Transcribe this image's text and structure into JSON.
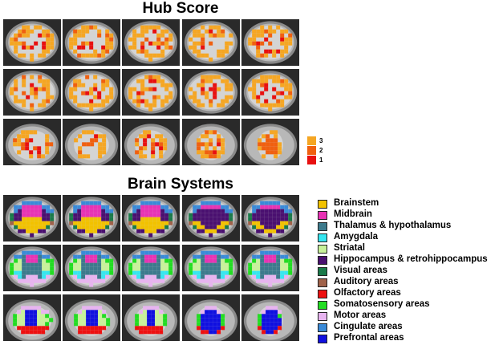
{
  "hub_panel": {
    "title": "Hub Score",
    "legend": [
      {
        "label": "3",
        "color": "#f5a623"
      },
      {
        "label": "2",
        "color": "#f06010"
      },
      {
        "label": "1",
        "color": "#e81010"
      }
    ]
  },
  "systems_panel": {
    "title": "Brain Systems",
    "legend": [
      {
        "label": "Brainstem",
        "color": "#f2c200"
      },
      {
        "label": "Midbrain",
        "color": "#e832b4"
      },
      {
        "label": "Thalamus & hypothalamus",
        "color": "#3d7a8c"
      },
      {
        "label": "Amygdala",
        "color": "#36e6f0"
      },
      {
        "label": "Striatal",
        "color": "#c8f29a"
      },
      {
        "label": "Hippocampus & retrohippocampus",
        "color": "#4a1070"
      },
      {
        "label": "Visual areas",
        "color": "#1a7a4a"
      },
      {
        "label": "Auditory areas",
        "color": "#a0624a"
      },
      {
        "label": "Olfactory areas",
        "color": "#ee1010"
      },
      {
        "label": "Somatosensory areas",
        "color": "#22dd22"
      },
      {
        "label": "Motor areas",
        "color": "#e8b4f0"
      },
      {
        "label": "Cingulate areas",
        "color": "#3a8ad8"
      },
      {
        "label": "Prefrontal areas",
        "color": "#1010e0"
      }
    ]
  }
}
